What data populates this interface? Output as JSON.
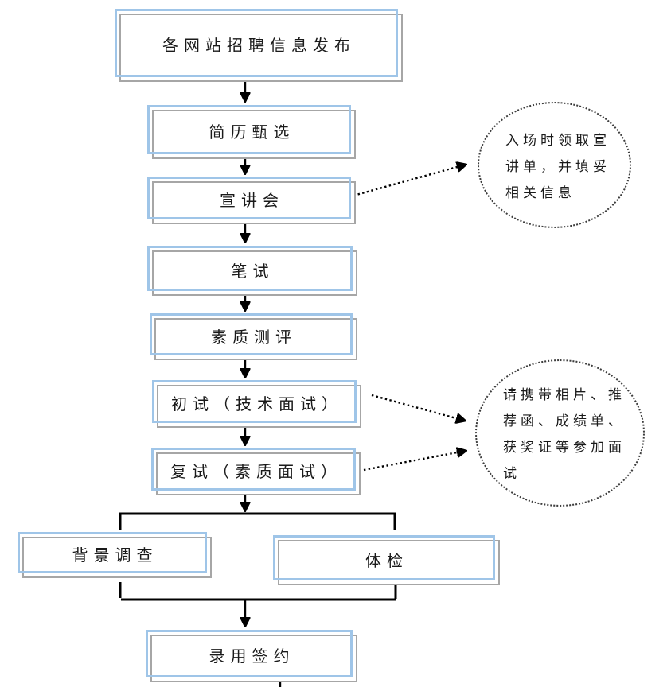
{
  "nodes": [
    {
      "id": "publish",
      "label": "各网站招聘信息发布"
    },
    {
      "id": "resume-screening",
      "label": "简历甄选"
    },
    {
      "id": "presentation",
      "label": "宣讲会"
    },
    {
      "id": "written-test",
      "label": "笔试"
    },
    {
      "id": "assessment",
      "label": "素质测评"
    },
    {
      "id": "first-interview",
      "label": "初试（技术面试）"
    },
    {
      "id": "second-interview",
      "label": "复试（素质面试）"
    },
    {
      "id": "background-check",
      "label": "背景调查"
    },
    {
      "id": "physical-exam",
      "label": "体检"
    },
    {
      "id": "offer-signing",
      "label": "录用签约"
    }
  ],
  "annotations": [
    {
      "id": "presentation-note",
      "text": "入场时领取宣讲单，并填妥相关信息",
      "lines": [
        "入场时领取宣",
        "讲单，并填妥",
        "相关信息"
      ]
    },
    {
      "id": "interview-note",
      "text": "请携带相片、推荐函、成绩单、获奖证等参加面试",
      "lines": [
        "请携带相片、推",
        "荐函、成绩单、",
        "获奖证等参加面",
        "试"
      ]
    }
  ],
  "colors": {
    "box_border": "#9fc5e8",
    "box_shadow_border": "#a6a6a6",
    "note_border": "#3d3d3d",
    "line": "#000000",
    "background": "#ffffff"
  }
}
